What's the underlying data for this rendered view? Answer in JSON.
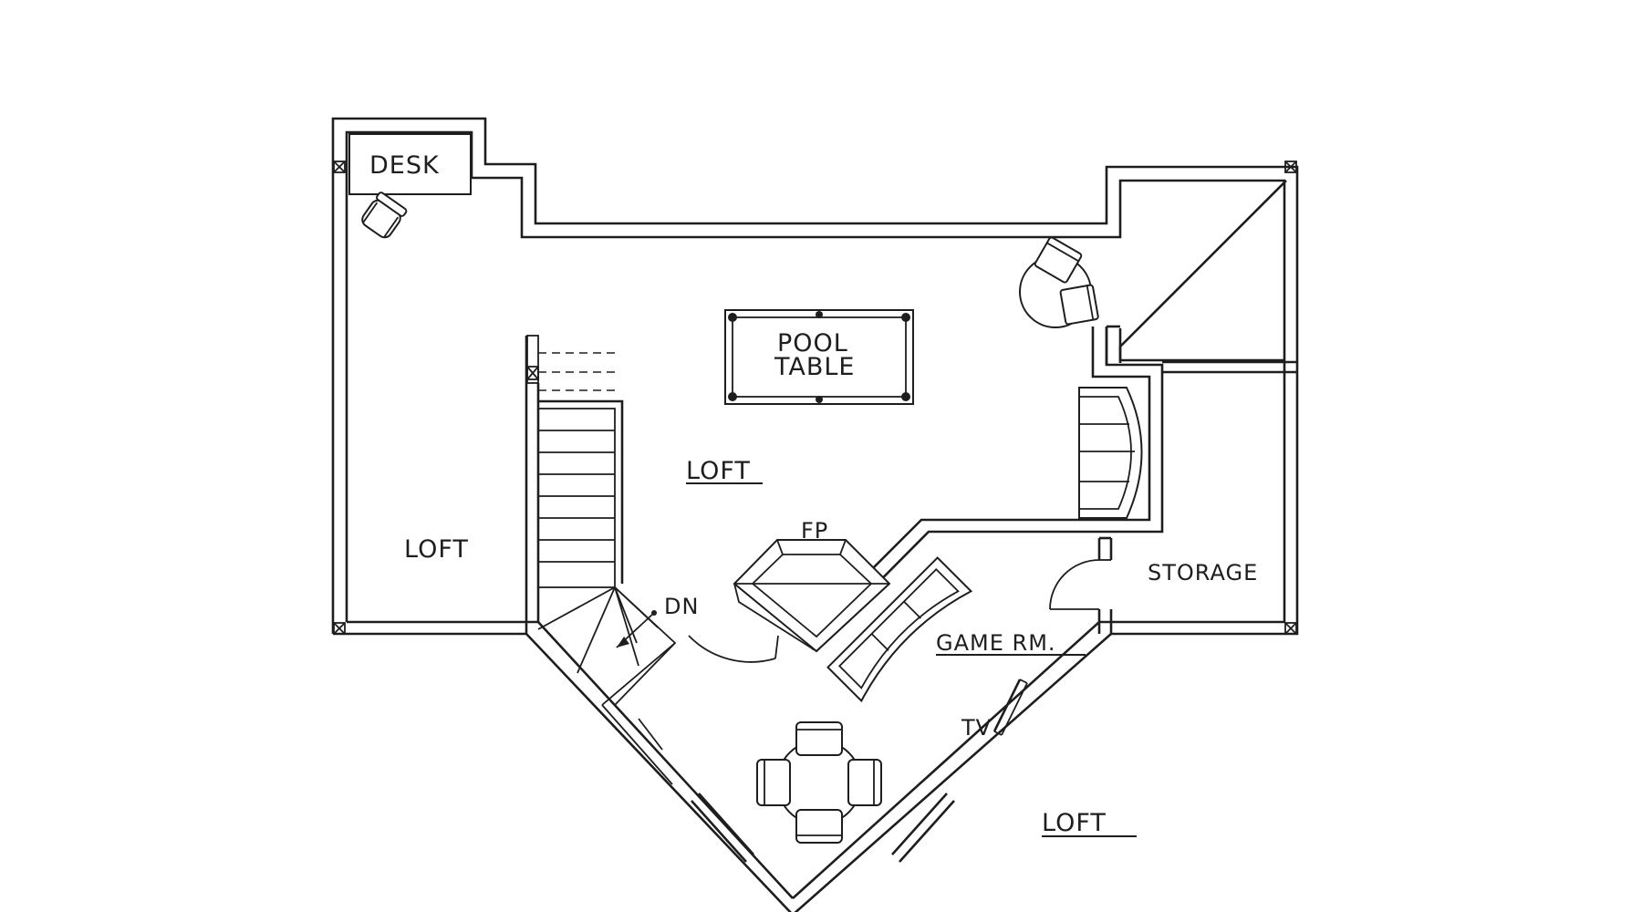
{
  "labels": {
    "desk": "DESK",
    "pool_table_line1": "POOL",
    "pool_table_line2": "TABLE",
    "loft_center": "LOFT",
    "loft_left": "LOFT",
    "loft_bottom": "LOFT",
    "fireplace": "FP",
    "stairs_down": "DN",
    "game_room": "GAME RM.",
    "storage": "STORAGE",
    "tv": "TV"
  }
}
